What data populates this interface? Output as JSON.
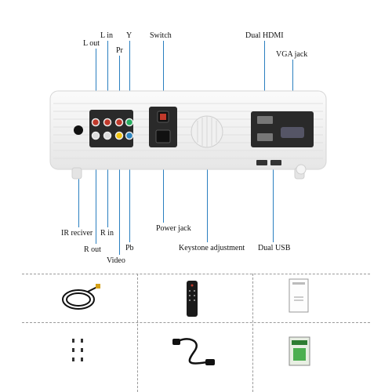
{
  "labels": {
    "l_out": "L out",
    "l_in": "L in",
    "y": "Y",
    "pr": "Pr",
    "switch": "Switch",
    "dual_hdmi": "Dual HDMI",
    "vga_jack": "VGA jack",
    "ir_receiver": "IR reciver",
    "r_out": "R out",
    "r_in": "R in",
    "video": "Video",
    "pb": "Pb",
    "power_jack": "Power jack",
    "keystone_adjustment": "Keystone adjustment",
    "dual_usb": "Dual USB"
  },
  "colors": {
    "callout_line": "#2a7fc0",
    "projector_body": "#f4f4f4",
    "separator": "#9a9a9a"
  },
  "accessories": [
    {
      "name": "av-cable-icon"
    },
    {
      "name": "remote-control-icon"
    },
    {
      "name": "user-manual-icon"
    },
    {
      "name": "screws-icon"
    },
    {
      "name": "power-cord-icon"
    },
    {
      "name": "hdmi-card-icon"
    }
  ]
}
